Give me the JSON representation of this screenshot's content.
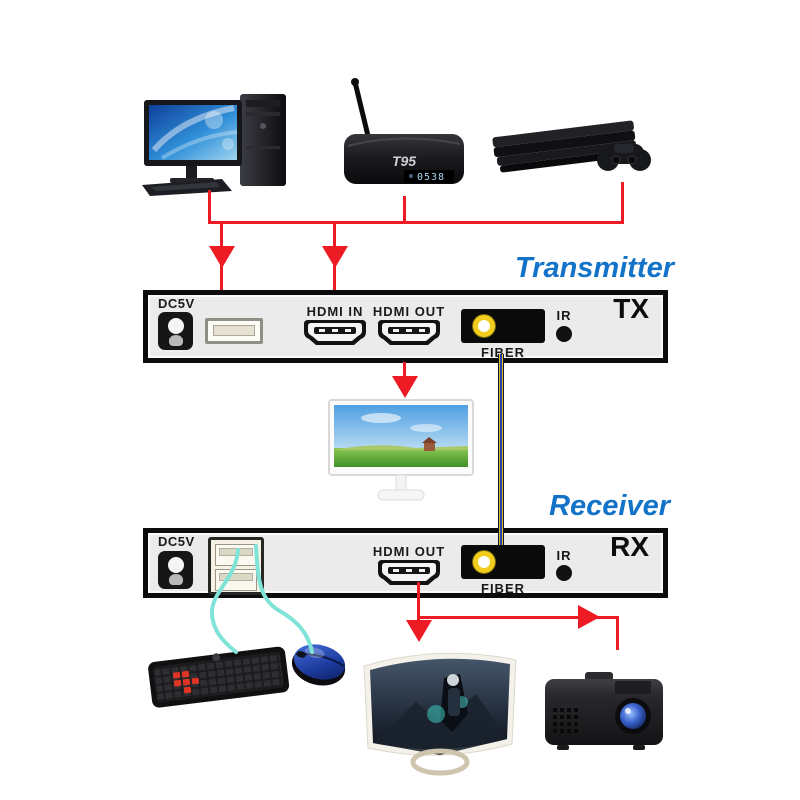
{
  "diagram": {
    "headings": {
      "transmitter": "Transmitter",
      "receiver": "Receiver"
    },
    "tx_unit": {
      "badge": "TX",
      "dc_label": "DC5V",
      "hdmi_in_label": "HDMI IN",
      "hdmi_out_label": "HDMI OUT",
      "fiber_label": "FIBER",
      "ir_label": "IR"
    },
    "rx_unit": {
      "badge": "RX",
      "dc_label": "DC5V",
      "hdmi_out_label": "HDMI OUT",
      "fiber_label": "FIBER",
      "ir_label": "IR"
    },
    "devices": {
      "tv_box_brand": "T95",
      "tv_box_led": "0538"
    },
    "colors": {
      "connection_red": "#ed1c24",
      "heading_blue": "#1373c8",
      "usb_cable_cyan": "#7fe3d7",
      "fiber_stripe_yellow": "#d8c31e",
      "fiber_stripe_navy": "#2b3fa6"
    }
  }
}
